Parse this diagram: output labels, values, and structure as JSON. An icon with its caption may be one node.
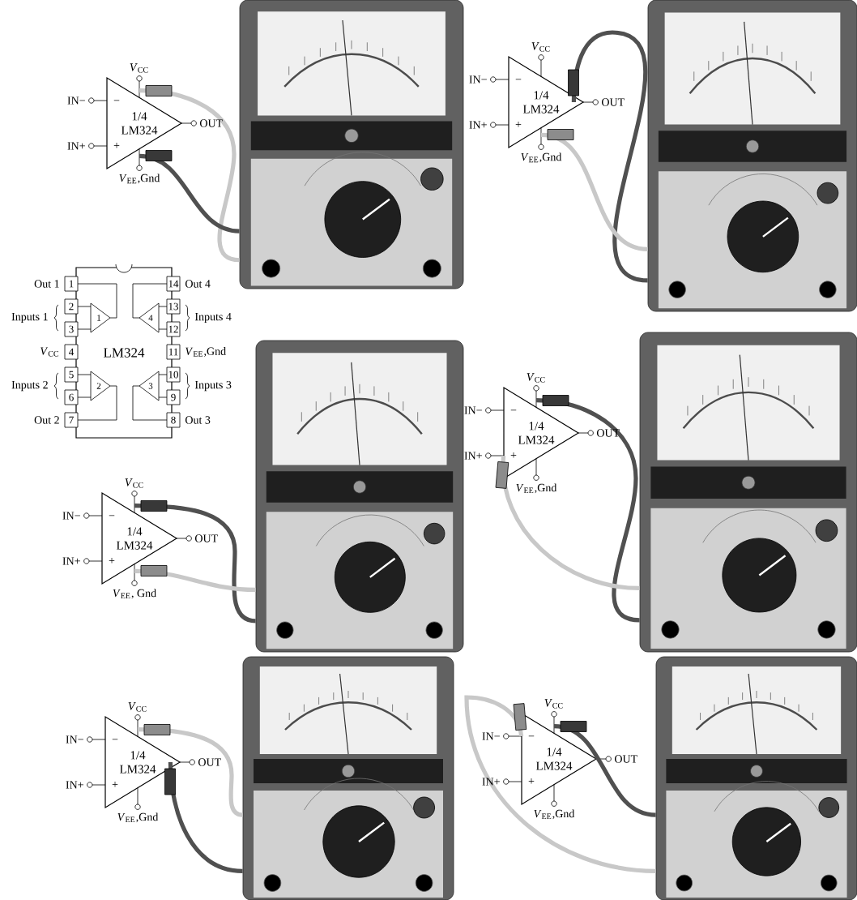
{
  "diagram": {
    "nodes": [
      {
        "text": [
          "1/4 LM324",
          "−",
          "+"
        ],
        "beside": [
          "*V*$_{CC}$",
          "IN−",
          "IN+",
          "OUT",
          "*V*$_{EE}$,Gnd"
        ]
      },
      {
        "text": [],
        "shape": "picture"
      },
      {
        "text": [
          "1/4 LM324",
          "−",
          "+"
        ],
        "beside": [
          "*V*$_{CC}$",
          "IN−",
          "IN+",
          "OUT",
          "*V*$_{EE}$,Gnd"
        ]
      },
      {
        "text": [],
        "shape": "picture"
      },
      {
        "text": [
          "LM324"
        ],
        "beside": [
          "Out 1",
          "Out 4",
          "Inputs 1",
          "Inputs 4",
          "*V*$_{CC}$",
          "*V*$_{EE}$,Gnd",
          "Inputs 2",
          "Inputs 3",
          "Out 2",
          "Out 3"
        ]
      },
      {
        "text": [
          "1/4 LM324",
          "−",
          "+"
        ],
        "beside": [
          "*V*$_{CC}$",
          "IN−",
          "IN+",
          "OUT",
          "*V*$_{EE}$, Gnd"
        ]
      },
      {
        "text": [],
        "shape": "picture"
      },
      {
        "text": [
          "1/4 LM324",
          "−",
          "+"
        ],
        "beside": [
          "*V*$_{CC}$",
          "IN−",
          "IN+",
          "OUT",
          "*V*$_{EE}$,Gnd"
        ]
      },
      {
        "text": [],
        "shape": "picture"
      },
      {
        "text": [
          "1/4 LM324",
          "−",
          "+"
        ],
        "beside": [
          "*V*$_{CC}$",
          "IN−",
          "IN+",
          "OUT",
          "*V*$_{EE}$,Gnd"
        ]
      },
      {
        "text": [],
        "shape": "picture"
      },
      {
        "text": [
          "1/4 LM324",
          "−",
          "+"
        ],
        "beside": [
          "*V*$_{CC}$",
          "IN−",
          "IN+",
          "OUT",
          "*V*$_{EE}$,Gnd"
        ]
      },
      {
        "text": [],
        "shape": "picture"
      }
    ],
    "edges": [
      {
        "from": 0,
        "to": 1,
        "arrow": "none",
        "color": "#c8c8c8"
      },
      {
        "from": 0,
        "to": 1,
        "arrow": "none",
        "color": "#505050"
      },
      {
        "from": 2,
        "to": 3,
        "arrow": "none",
        "color": "#505050"
      },
      {
        "from": 2,
        "to": 3,
        "arrow": "none",
        "color": "#c8c8c8"
      },
      {
        "from": 5,
        "to": 6,
        "arrow": "none",
        "color": "#505050"
      },
      {
        "from": 5,
        "to": 6,
        "arrow": "none",
        "color": "#c8c8c8"
      },
      {
        "from": 7,
        "to": 8,
        "arrow": "none",
        "color": "#505050"
      },
      {
        "from": 7,
        "to": 8,
        "arrow": "none",
        "color": "#c8c8c8"
      },
      {
        "from": 9,
        "to": 10,
        "arrow": "none",
        "color": "#c8c8c8"
      },
      {
        "from": 9,
        "to": 10,
        "arrow": "none",
        "color": "#505050"
      },
      {
        "from": 11,
        "to": 12,
        "arrow": "none",
        "color": "#c8c8c8"
      },
      {
        "from": 11,
        "to": 12,
        "arrow": "none",
        "color": "#505050"
      }
    ],
    "labels": [
      "1",
      "14",
      "2",
      "13",
      "3",
      "12",
      "4",
      "11",
      "5",
      "10",
      "6",
      "9",
      "7",
      "8",
      "1",
      "4",
      "2",
      "3"
    ]
  }
}
